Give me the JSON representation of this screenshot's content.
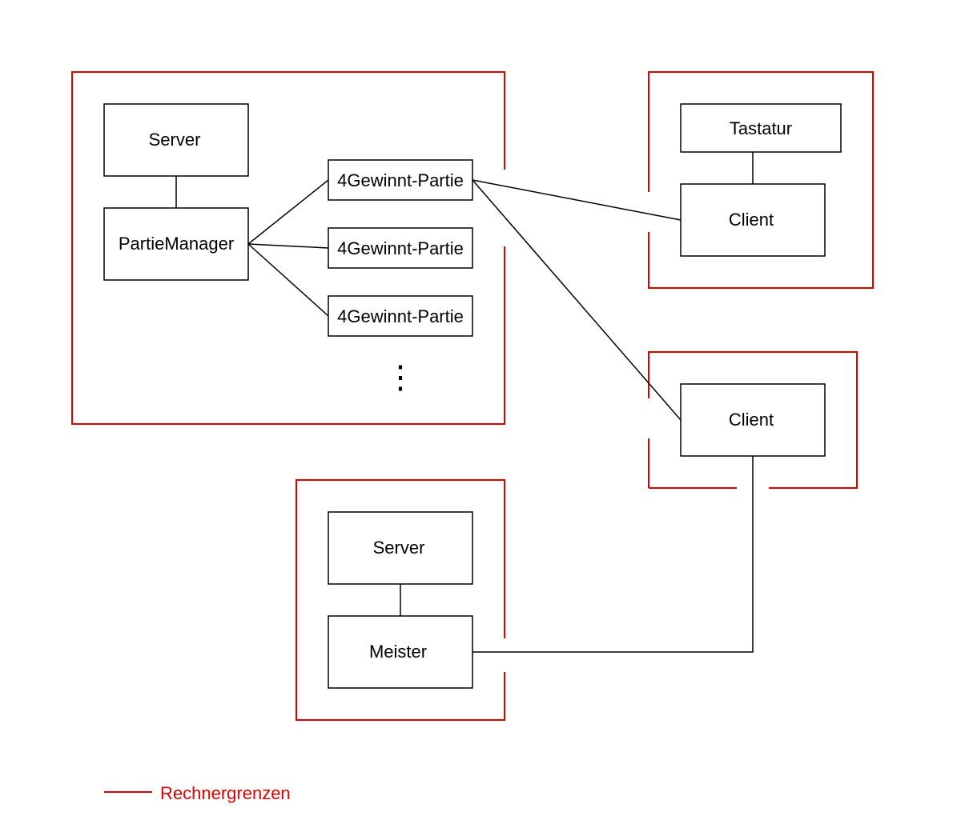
{
  "colors": {
    "boundary": "#e00000",
    "box_stroke": "#000000",
    "connector": "#000000",
    "legend_text": "#e00000"
  },
  "nodes": {
    "server_main": "Server",
    "partie_manager": "PartieManager",
    "partie_1": "4Gewinnt-Partie",
    "partie_2": "4Gewinnt-Partie",
    "partie_3": "4Gewinnt-Partie",
    "ellipsis": "⋮",
    "tastatur": "Tastatur",
    "client_top": "Client",
    "client_middle": "Client",
    "server_bottom": "Server",
    "meister": "Meister"
  },
  "legend": {
    "label": "Rechnergrenzen"
  }
}
